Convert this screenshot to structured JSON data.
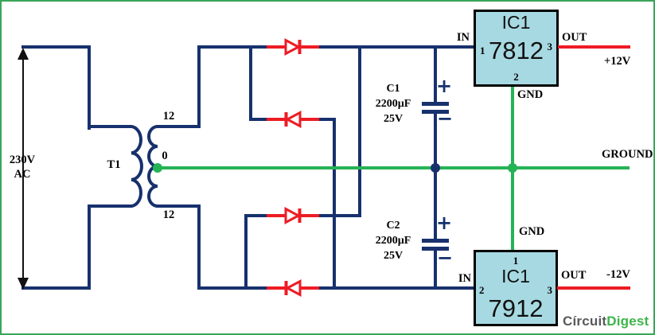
{
  "colors": {
    "wire_blue": "#17316d",
    "diode_red": "#ed1c24",
    "ground_green": "#25b356",
    "ic_fill": "#a7d9e2",
    "frame_green": "#3aa65a",
    "logo_gray": "#58595b",
    "logo_green": "#3cb54a"
  },
  "source": {
    "voltage": "230V",
    "type": "AC"
  },
  "transformer": {
    "name": "T1",
    "tap_top": "12",
    "tap_center": "0",
    "tap_bottom": "12"
  },
  "capacitors": {
    "c1": {
      "name": "C1",
      "capacitance": "2200µF",
      "voltage": "25V",
      "plus": "+",
      "minus": "−"
    },
    "c2": {
      "name": "C2",
      "capacitance": "2200µF",
      "voltage": "25V",
      "plus": "+",
      "minus": "−"
    }
  },
  "regulators": {
    "ic1": {
      "name": "IC1",
      "part": "7812",
      "pin_in": "1",
      "pin_gnd": "2",
      "pin_out": "3",
      "label_in": "IN",
      "label_out": "OUT",
      "label_gnd": "GND",
      "output": "+12V"
    },
    "ic2": {
      "name": "IC1",
      "part": "7912",
      "pin_gnd": "1",
      "pin_in": "2",
      "pin_out": "3",
      "label_in": "IN",
      "label_out": "OUT",
      "label_gnd": "GND",
      "output": "-12V"
    }
  },
  "ground": {
    "label": "GROUND"
  },
  "logo": {
    "circuit": "Círcuit",
    "digest": "Digest"
  }
}
